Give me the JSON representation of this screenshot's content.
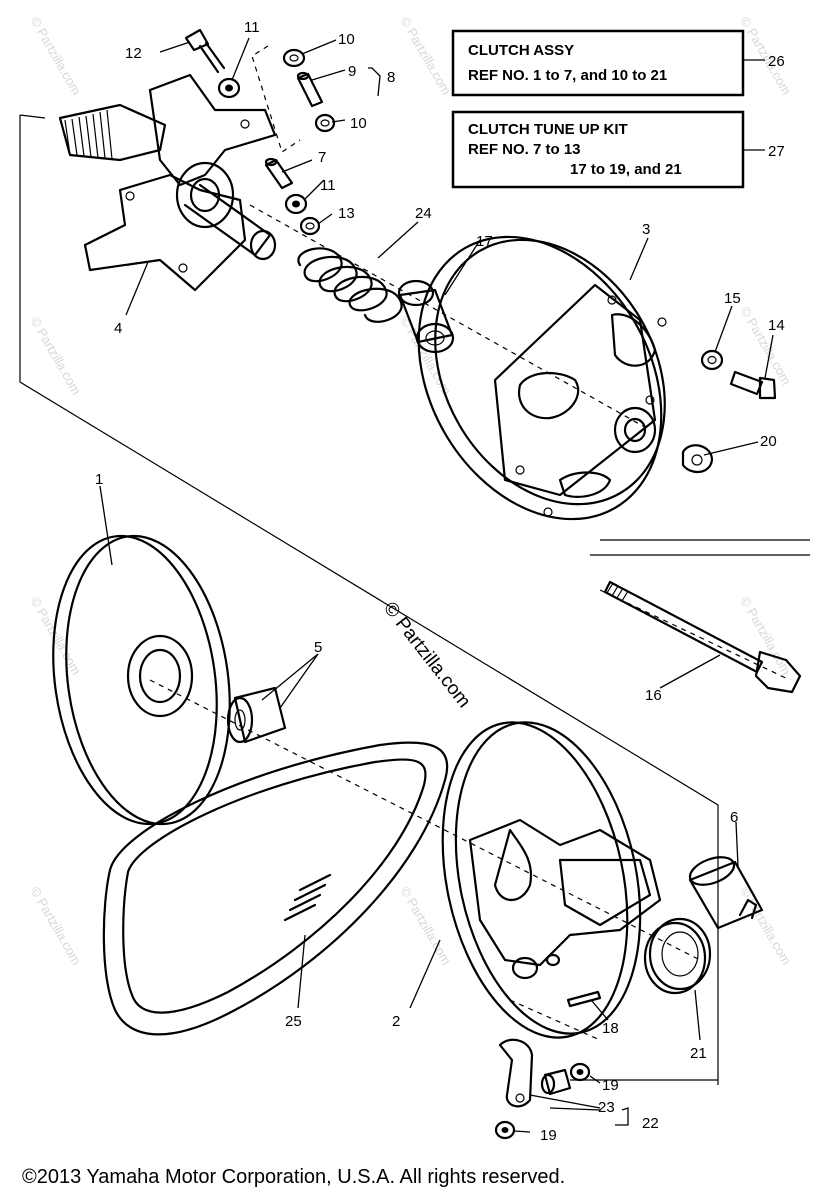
{
  "boxes": {
    "clutch_assy": {
      "line1": "CLUTCH ASSY",
      "line2": "REF NO. 1 to 7, and 10 to 21",
      "ref": "26"
    },
    "tune_kit": {
      "line1": "CLUTCH TUNE UP KIT",
      "line2": "REF NO. 7 to 13",
      "line3": "17 to 19, and 21",
      "ref": "27"
    }
  },
  "labels": {
    "p1": "1",
    "p2": "2",
    "p3": "3",
    "p4": "4",
    "p5": "5",
    "p6": "6",
    "p7": "7",
    "p8": "8",
    "p9": "9",
    "p10a": "10",
    "p10b": "10",
    "p11a": "11",
    "p11b": "11",
    "p12": "12",
    "p13": "13",
    "p14": "14",
    "p15": "15",
    "p16": "16",
    "p17": "17",
    "p18": "18",
    "p19a": "19",
    "p19b": "19",
    "p20": "20",
    "p21": "21",
    "p22": "22",
    "p23": "23",
    "p24": "24",
    "p25": "25"
  },
  "watermark": {
    "center": "© Partzilla.com",
    "tile": "© Partzilla.com"
  },
  "footer": {
    "copyright": "©2013 Yamaha Motor Corporation, U.S.A. All rights reserved."
  }
}
